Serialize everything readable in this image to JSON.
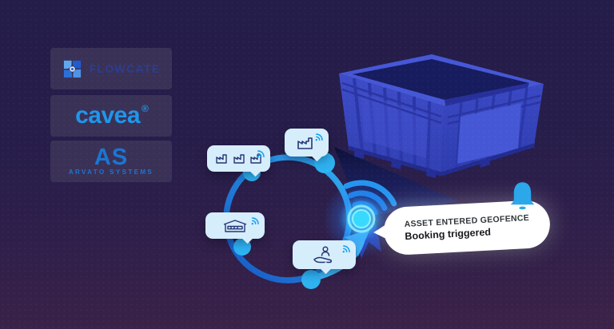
{
  "brand_panel": {
    "flowcate": {
      "label": "FLOWCATE"
    },
    "cavea": {
      "label": "cavea",
      "trademark": "®"
    },
    "arvato": {
      "label": "AS",
      "sublabel": "ARVATO SYSTEMS"
    }
  },
  "notification": {
    "title": "ASSET ENTERED GEOFENCE",
    "subtitle": "Booking triggered",
    "icon": "bell-icon"
  },
  "diagram": {
    "type": "circular-process-flow",
    "callouts": [
      {
        "id": "factory",
        "icon": "factory-wifi-icon"
      },
      {
        "id": "factories",
        "icon": "three-factories-wifi-icon"
      },
      {
        "id": "warehouse",
        "icon": "warehouse-wifi-icon"
      },
      {
        "id": "handover",
        "icon": "hand-person-wifi-icon"
      }
    ],
    "marker": {
      "icon": "wifi-signal-icon",
      "shape": "glowing-geofence-point"
    },
    "object": "blue-plastic-crate"
  },
  "colors": {
    "background_top": "#241C49",
    "background_bottom": "#3C2248",
    "logo_card_bg": "#3A3157",
    "flowcate_text": "#2A3E8F",
    "cavea_blue": "#1E96EA",
    "arvato_blue": "#1976D2",
    "ring_blue_dark": "#1456C4",
    "ring_blue_light": "#31AEF2",
    "node_blue": "#2EB2F2",
    "bubble_bg": "#D6EDFB",
    "icon_navy": "#263573",
    "wifi_blue": "#14A0F2",
    "crate_blue": "#3847C2",
    "glow_cyan": "#37D9FF",
    "notification_bg": "#FFFFFF",
    "bell_blue": "#2BA7EA"
  }
}
